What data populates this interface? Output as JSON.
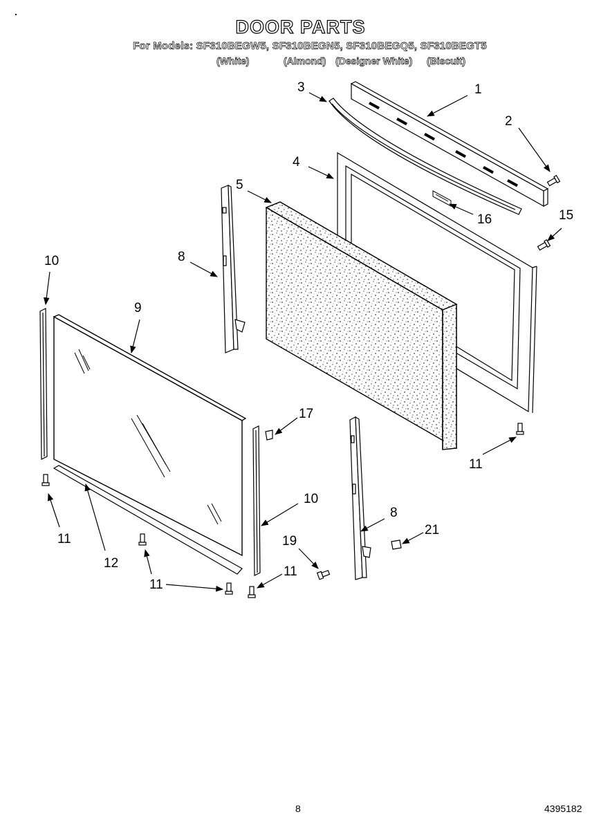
{
  "header": {
    "title": "DOOR PARTS",
    "models": "For Models: SF310BEGW5, SF310BEGN5, SF310BEGQ5, SF310BEGT5",
    "colors": [
      "(White)",
      "(Almond)",
      "(Designer White)",
      "(Biscuit)"
    ]
  },
  "callouts": {
    "c1": "1",
    "c2": "2",
    "c3": "3",
    "c4": "4",
    "c5": "5",
    "c8a": "8",
    "c8b": "8",
    "c9": "9",
    "c10a": "10",
    "c10b": "10",
    "c11a": "11",
    "c11b": "11",
    "c11c": "11",
    "c11d": "11",
    "c12": "12",
    "c15": "15",
    "c16": "16",
    "c17": "17",
    "c19": "19",
    "c21": "21"
  },
  "footer": {
    "page_number": "8",
    "document_number": "4395182"
  }
}
